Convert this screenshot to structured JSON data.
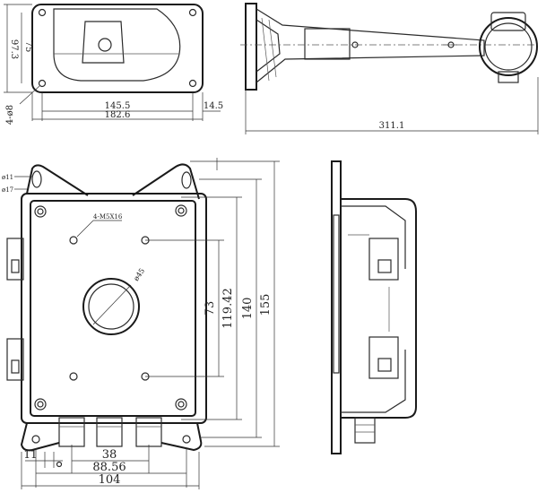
{
  "colors": {
    "line": "#2b2b2b",
    "background": "#ffffff"
  },
  "top_view": {
    "dim_height_outer": "97.3",
    "dim_height_inner": "75",
    "dim_holes": "4-ø8",
    "dim_hole_spacing": "145.5",
    "dim_width": "182.6",
    "dim_edge": "14.5"
  },
  "side_arm_view": {
    "dim_length": "311.1"
  },
  "front_view": {
    "dim_phi11": "ø11",
    "dim_phi17": "ø17",
    "dim_screw_callout": "4-M5X16",
    "dim_center_hole": "ø45",
    "dim_v1": "73",
    "dim_v2": "119.42",
    "dim_v3": "140",
    "dim_v4": "155",
    "dim_h_small": "11",
    "dim_h_38": "38",
    "dim_h_88": "88.56",
    "dim_h_104": "104"
  }
}
